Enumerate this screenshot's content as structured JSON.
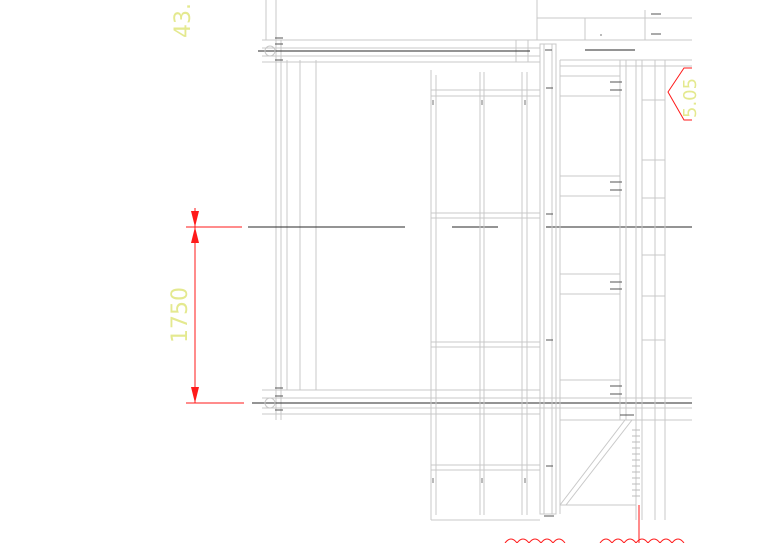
{
  "drawing": {
    "dimension_value": "1750",
    "top_fragment": "43.",
    "right_fragment": "5.05"
  },
  "colors": {
    "background": "#ffffff",
    "structure_line": "#c8c8c8",
    "heavy_line": "#2a2a2a",
    "dimension_line": "#ff1a1a",
    "dimension_text": "#e4e98f",
    "hatch_line": "#d0d0d0"
  }
}
